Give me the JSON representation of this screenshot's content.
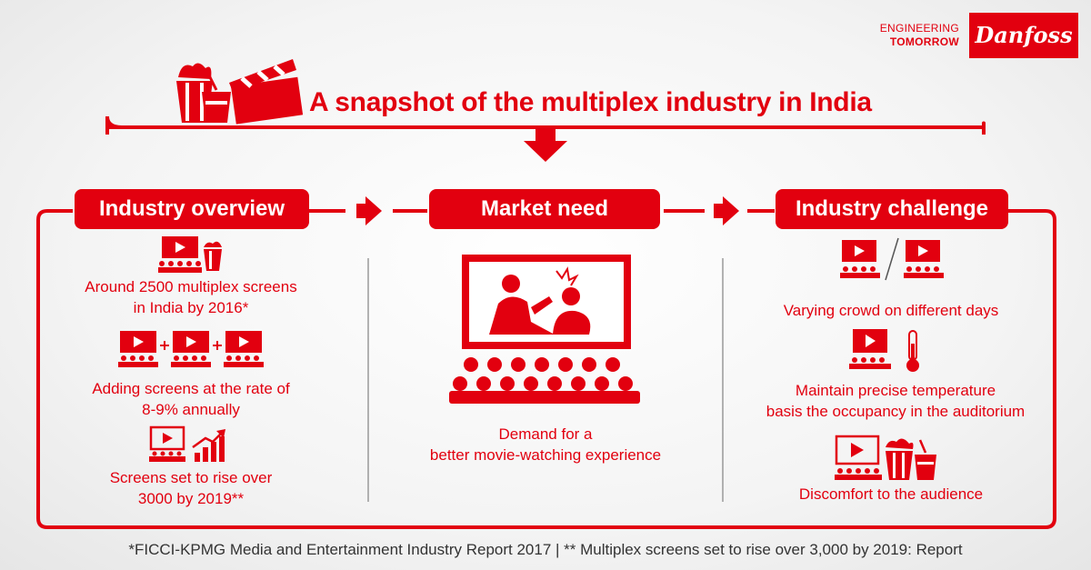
{
  "brand": {
    "tag_line1": "ENGINEERING",
    "tag_line2": "TOMORROW",
    "logo_text": "Danfoss"
  },
  "title": "A snapshot of the multiplex industry in India",
  "columns": [
    {
      "heading": "Industry overview",
      "items": [
        {
          "text1": "Around 2500 multiplex screens",
          "text2": "in India by 2016*"
        },
        {
          "text1": "Adding screens at the rate of",
          "text2": "8-9% annually"
        },
        {
          "text1": "Screens set to rise over",
          "text2": "3000 by 2019**"
        }
      ]
    },
    {
      "heading": "Market need",
      "items": [
        {
          "text1": "Demand for a",
          "text2": "better movie-watching experience"
        }
      ]
    },
    {
      "heading": "Industry challenge",
      "items": [
        {
          "text1": "Varying crowd on different days",
          "text2": ""
        },
        {
          "text1": "Maintain precise temperature",
          "text2": "basis the occupancy in the auditorium"
        },
        {
          "text1": "Discomfort to the audience",
          "text2": ""
        }
      ]
    }
  ],
  "footer": "*FICCI-KPMG Media and Entertainment Industry Report 2017 | ** Multiplex screens set to rise over 3,000 by 2019: Report",
  "colors": {
    "accent": "#e2000f",
    "text_dark": "#333333"
  },
  "icons": [
    "popcorn-icon",
    "drink-cup-icon",
    "clapperboard-icon",
    "cinema-screen-icon",
    "audience-icon",
    "thermometer-icon",
    "growth-chart-icon",
    "plus-icon",
    "arrow-right-icon",
    "arrow-down-icon"
  ]
}
